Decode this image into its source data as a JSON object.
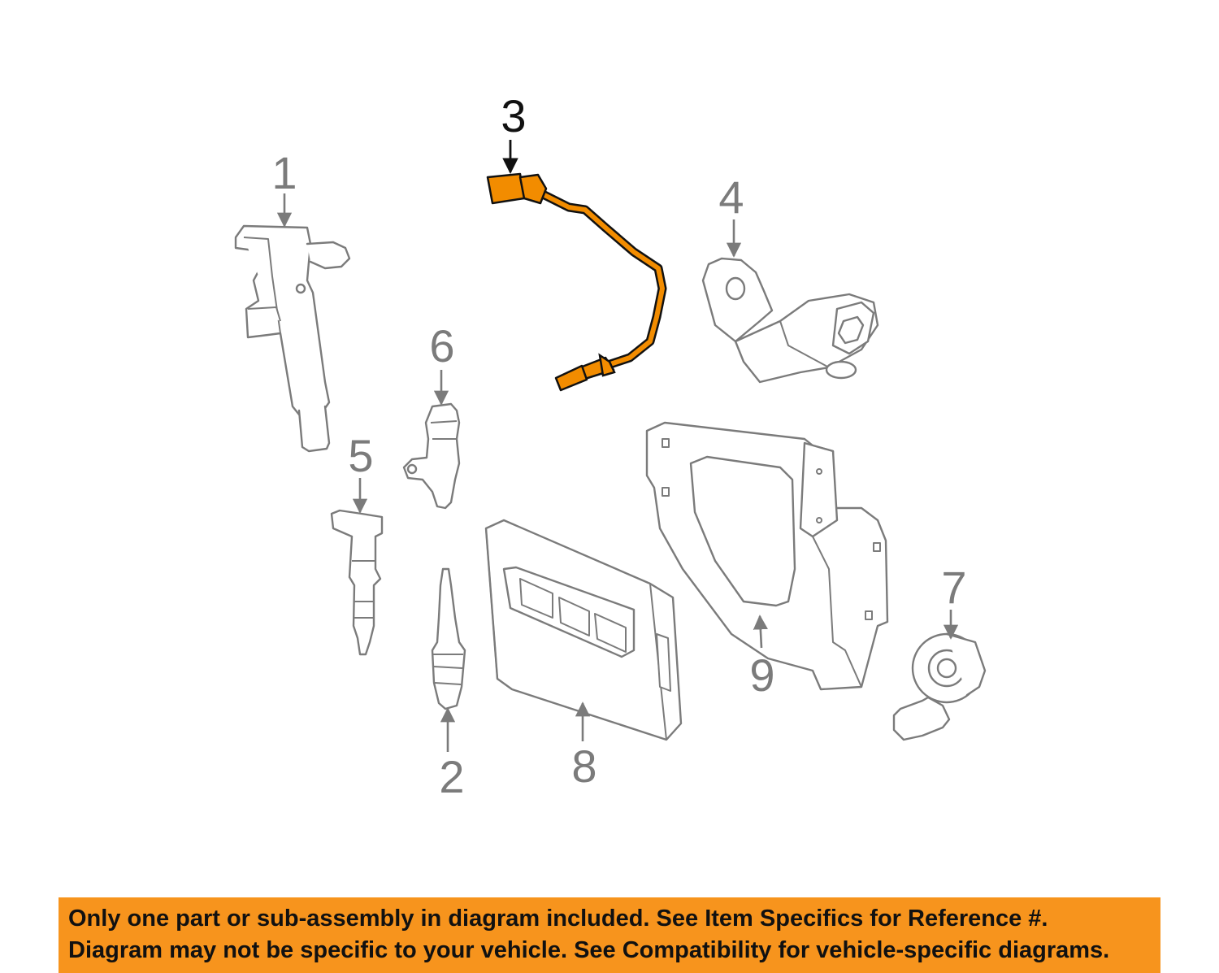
{
  "colors": {
    "highlight": "#f28c00",
    "outline": "#7b7b7b",
    "banner": "#f7941d",
    "callout_active": "#111111",
    "callout_inactive": "#7b7b7b"
  },
  "highlighted_part": "3",
  "callouts": [
    {
      "id": "1",
      "label": "1"
    },
    {
      "id": "2",
      "label": "2"
    },
    {
      "id": "3",
      "label": "3"
    },
    {
      "id": "4",
      "label": "4"
    },
    {
      "id": "5",
      "label": "5"
    },
    {
      "id": "6",
      "label": "6"
    },
    {
      "id": "7",
      "label": "7"
    },
    {
      "id": "8",
      "label": "8"
    },
    {
      "id": "9",
      "label": "9"
    }
  ],
  "banner": {
    "line1": "Only one part or sub-assembly in diagram included. See Item Specifics for Reference #.",
    "line2": "Diagram may not be specific to your vehicle. See Compatibility for vehicle-specific diagrams."
  }
}
